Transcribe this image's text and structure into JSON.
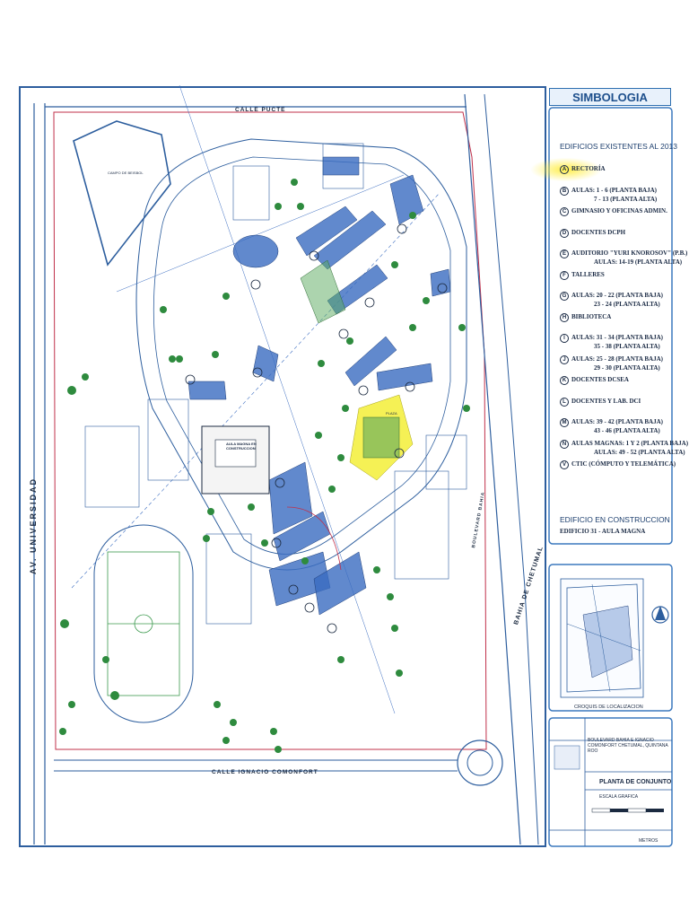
{
  "legend": {
    "title": "SIMBOLOGIA",
    "existing_heading": "EDIFICIOS EXISTENTES AL 2013",
    "items": [
      {
        "letter": "A",
        "line1": "RECTORÍA",
        "line2": ""
      },
      {
        "letter": "B",
        "line1": "AULAS: 1 - 6 (PLANTA BAJA)",
        "line2": "7 - 13 (PLANTA ALTA)"
      },
      {
        "letter": "C",
        "line1": "GIMNASIO Y OFICINAS ADMIN.",
        "line2": ""
      },
      {
        "letter": "D",
        "line1": "DOCENTES DCPH",
        "line2": ""
      },
      {
        "letter": "E",
        "line1": "AUDITORIO \"YURI KNOROSOV\" (P.B.)",
        "line2": "AULAS: 14-19 (PLANTA ALTA)"
      },
      {
        "letter": "F",
        "line1": "TALLERES",
        "line2": ""
      },
      {
        "letter": "G",
        "line1": "AULAS: 20 - 22 (PLANTA BAJA)",
        "line2": "23 - 24 (PLANTA ALTA)"
      },
      {
        "letter": "H",
        "line1": "BIBLIOTECA",
        "line2": ""
      },
      {
        "letter": "I",
        "line1": "AULAS: 31 - 34 (PLANTA BAJA)",
        "line2": "35 - 38 (PLANTA ALTA)"
      },
      {
        "letter": "J",
        "line1": "AULAS: 25 - 28 (PLANTA BAJA)",
        "line2": "29 - 30 (PLANTA ALTA)"
      },
      {
        "letter": "K",
        "line1": "DOCENTES DCSEA",
        "line2": ""
      },
      {
        "letter": "L",
        "line1": "DOCENTES Y LAB. DCI",
        "line2": ""
      },
      {
        "letter": "M",
        "line1": "AULAS: 39 - 42 (PLANTA BAJA)",
        "line2": "43 - 46 (PLANTA ALTA)"
      },
      {
        "letter": "N",
        "line1": "AULAS MAGNAS: 1 Y 2 (PLANTA BAJA)",
        "line2": "AULAS: 49 - 52 (PLANTA ALTA)"
      },
      {
        "letter": "V",
        "line1": "CTIC (CÓMPUTO Y TELEMÁTICA)",
        "line2": ""
      }
    ],
    "construction_heading": "EDIFICIO EN CONSTRUCCION",
    "construction_item": "EDIFICIO 31 - AULA MAGNA",
    "locator_caption": "CROQUIS DE LOCALIZACION"
  },
  "title_block": {
    "address": "BOULEVARD BAHIA E IGNACIO COMONFORT CHETUMAL, QUINTANA ROO",
    "sheet_title": "PLANTA DE CONJUNTO",
    "scale_label": "ESCALA GRAFICA",
    "units": "METROS"
  },
  "streets": {
    "north": "CALLE PUCTE",
    "south": "CALLE IGNACIO COMONFORT",
    "west": "AV. UNIVERSIDAD",
    "east_blvd": "BOULEVARD BAHIA",
    "bay": "BAHIA DE CHETUMAL"
  },
  "map_labels": {
    "field": "CAMPO DE BEISBOL",
    "plaza": "PLAZA",
    "aula_magna": "AULA MAGNA EN CONSTRUCCION"
  },
  "colors": {
    "frame": "#3b78bd",
    "building": "#3a6cc0",
    "boundary": "#c0304a",
    "highlight": "#f2ee2a",
    "tree": "#2e8b3e"
  }
}
